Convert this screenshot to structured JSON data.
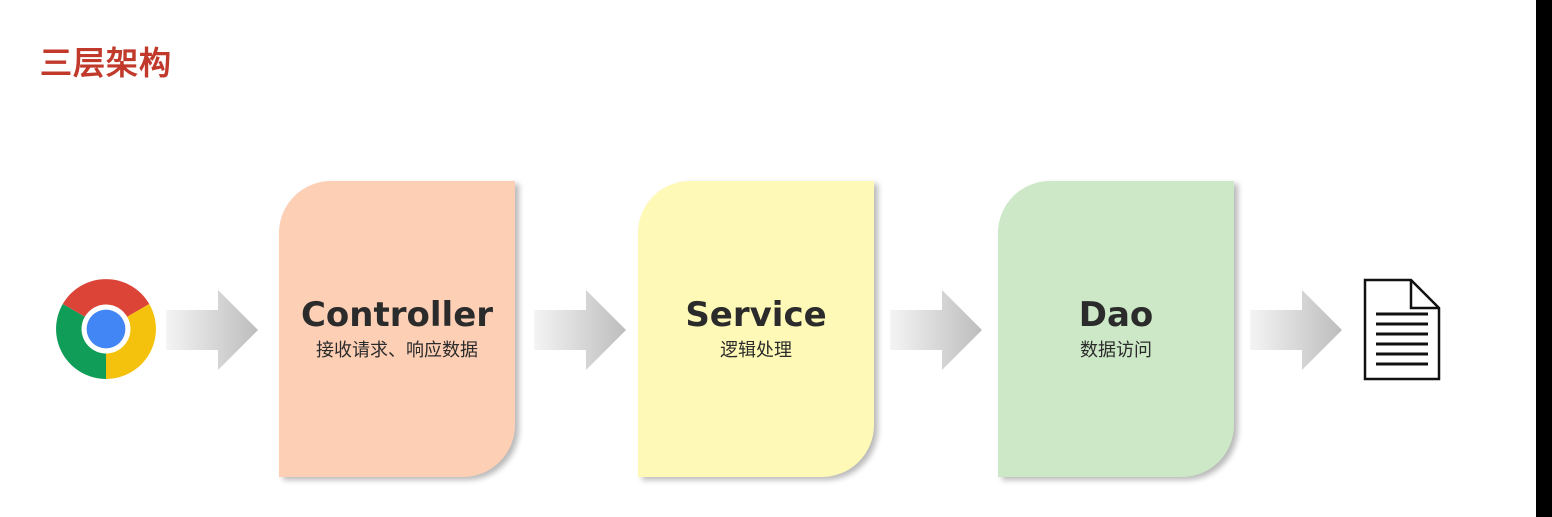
{
  "title": "三层架构",
  "source_icon": "chrome-browser-icon",
  "target_icon": "document-icon",
  "layers": [
    {
      "name": "Controller",
      "description": "接收请求、响应数据",
      "color": "#fdcfb5"
    },
    {
      "name": "Service",
      "description": "逻辑处理",
      "color": "#fef9b6"
    },
    {
      "name": "Dao",
      "description": "数据访问",
      "color": "#cce8c6"
    }
  ],
  "colors": {
    "title": "#c0392b",
    "arrow": "#cccccc"
  }
}
